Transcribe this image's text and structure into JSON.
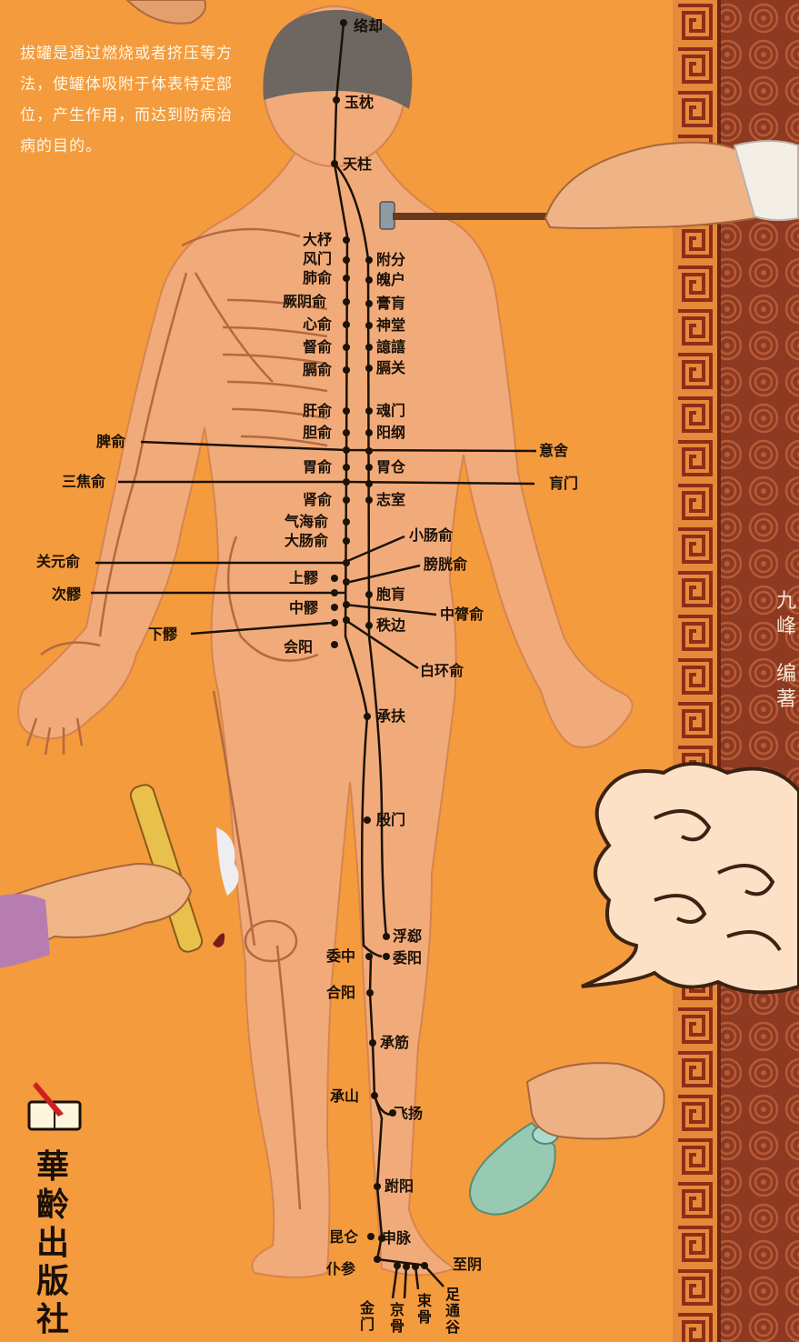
{
  "intro_text": "拔罐是通过燃烧或者挤压等方法，使罐体吸附于体表特定部位，产生作用，而达到防病治病的目的。",
  "author": {
    "name": "九峰",
    "role": "编著"
  },
  "publisher": "華齡出版社",
  "colors": {
    "background": "#f49b3d",
    "border": "#8e3a22",
    "body": "#f1ab7a",
    "line": "#1b1208"
  },
  "icons": [
    "publisher-logo-icon",
    "cloud-icon",
    "moxa-stick-icon",
    "glass-cup-icon",
    "probe-icon"
  ],
  "points": {
    "luoque": "络却",
    "yuzhen": "玉枕",
    "tianzhu": "天柱",
    "dazhu": "大杼",
    "fengmen": "风门",
    "feishu": "肺俞",
    "jueyinshu": "厥阴俞",
    "xinshu": "心俞",
    "dushu": "督俞",
    "geshu": "膈俞",
    "fufen": "附分",
    "pohu": "魄户",
    "gaohuang": "膏肓",
    "shentang": "神堂",
    "yixi": "譩譆",
    "geguan": "膈关",
    "ganshu": "肝俞",
    "danshu": "胆俞",
    "hunmen": "魂门",
    "yanggang": "阳纲",
    "pishu": "脾俞",
    "yishe": "意舍",
    "weishu": "胃俞",
    "weicang": "胃仓",
    "sanjiaoshu": "三焦俞",
    "huangmen": "肓门",
    "shenshu": "肾俞",
    "zhishi": "志室",
    "qihaishu": "气海俞",
    "dachangshu": "大肠俞",
    "xiaochangshu": "小肠俞",
    "guanyuanshu": "关元俞",
    "pangguangshu": "膀胱俞",
    "shangliao": "上髎",
    "ciliao": "次髎",
    "baohuang": "胞肓",
    "zhongliao": "中髎",
    "zhonglvshu": "中膂俞",
    "xialiao": "下髎",
    "zhibian": "秩边",
    "huiyang": "会阳",
    "baihuanshu": "白环俞",
    "chengfu": "承扶",
    "yinmen": "殷门",
    "fuxi": "浮郄",
    "weizhong": "委中",
    "weiyang": "委阳",
    "heyang": "合阳",
    "chengjin": "承筋",
    "chengshan": "承山",
    "feiyang": "飞扬",
    "fuyang": "跗阳",
    "kunlun": "昆仑",
    "shenmai": "申脉",
    "pucan": "仆参",
    "zhiyin": "至阴",
    "jinmen": "金门",
    "jinggu": "京骨",
    "shugu": "束骨",
    "zutonggu": "足通谷"
  }
}
